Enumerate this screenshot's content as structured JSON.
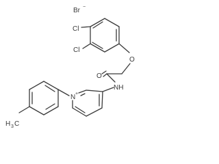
{
  "molecule": {
    "counter_ion": "Br",
    "counter_ion_charge": "−",
    "chloro_top": "Cl",
    "chloro_bottom": "Cl",
    "ether_oxygen": "O",
    "carbonyl_oxygen": "O",
    "amide": "NH",
    "pyridinium_n": "N",
    "pyridinium_charge": "+",
    "methyl_h": "H",
    "methyl_h_sub": "3",
    "methyl_c": "C"
  }
}
